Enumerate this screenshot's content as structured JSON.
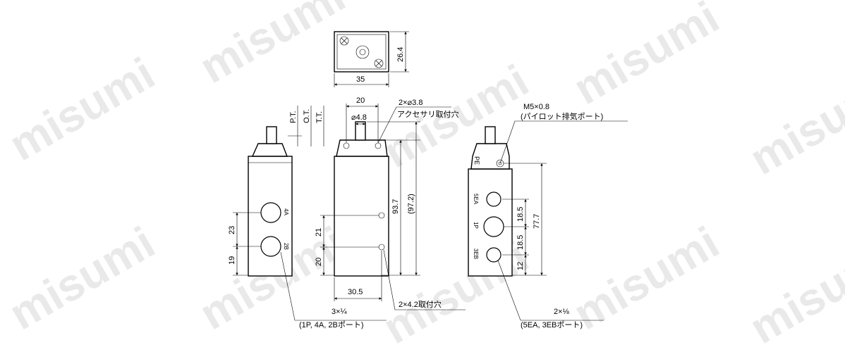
{
  "watermark": "misumi",
  "top_view": {
    "dim_width": "35",
    "dim_height": "26.4"
  },
  "left_view": {
    "dim_23": "23",
    "dim_19": "19",
    "stroke_labels": [
      "P.T.",
      "O.T.",
      "T.T."
    ],
    "port_label_4a": "4A",
    "port_label_2b": "2B",
    "note_ports_qty": "3×¼",
    "note_ports_desc": "(1P, 4A, 2Bポート)"
  },
  "front_view": {
    "dim_20_top": "20",
    "dim_hole": "2×⌀3.8",
    "dim_hole_desc": "アクセサリ取付穴",
    "dim_dia": "⌀4.8",
    "dim_93_7": "93.7",
    "dim_97_2": "(97.2)",
    "dim_21": "21",
    "dim_20_bottom": "20",
    "dim_30_5": "30.5",
    "note_mount": "2×4.2取付穴"
  },
  "right_view": {
    "pilot_thread": "M5×0.8",
    "pilot_desc": "(パイロット排気ポート)",
    "port_pe": "PE",
    "port_5ea": "5EA",
    "port_1p": "1P",
    "port_3eb": "3EB",
    "dim_18_5_a": "18.5",
    "dim_18_5_b": "18.5",
    "dim_12": "12",
    "dim_77_7": "77.7",
    "note_exhaust_qty": "2×⅛",
    "note_exhaust_desc": "(5EA, 3EBポート)"
  }
}
